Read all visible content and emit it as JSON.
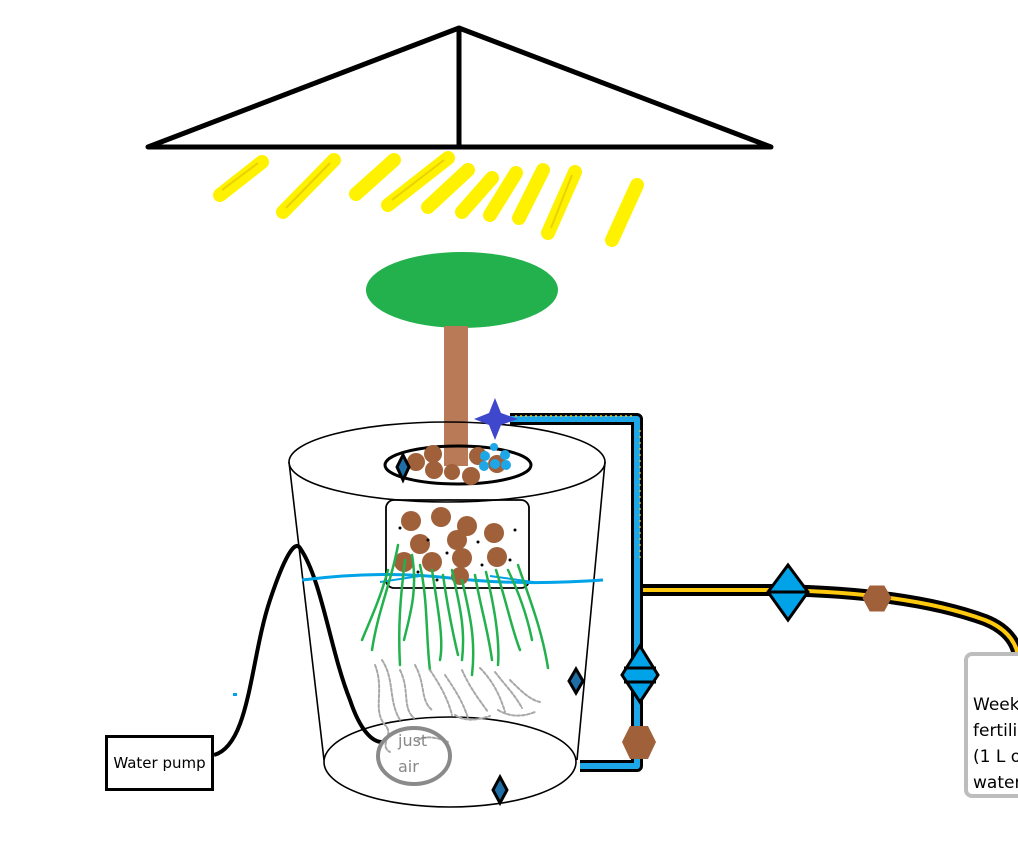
{
  "labels": {
    "water_pump": "Water pump",
    "air_line1": "just",
    "air_line2": "air",
    "fertilizer_line1": "Week",
    "fertilizer_line2": "fertili",
    "fertilizer_line3": "(1 L o",
    "fertilizer_line4": "water"
  },
  "colors": {
    "foliage": "#22b14c",
    "trunk": "#b97a57",
    "light": "#fff200",
    "water": "#00a2e8",
    "pipe_blue": "#1ea7e8",
    "hose_yellow": "#ffc90e",
    "valve_brown": "#a0603a",
    "valve_blue": "#00a2e8",
    "sprinkler": "#3f48cc",
    "pebbles": "#a0603a",
    "roots_green": "#22b14c",
    "roots_gray": "#a0a0a0",
    "outline": "#000000"
  },
  "icons": [
    "lamp-icon",
    "light-rays-icon",
    "plant-icon",
    "sprinkler-icon",
    "pump-icon",
    "valve-icon",
    "fitting-icon"
  ]
}
